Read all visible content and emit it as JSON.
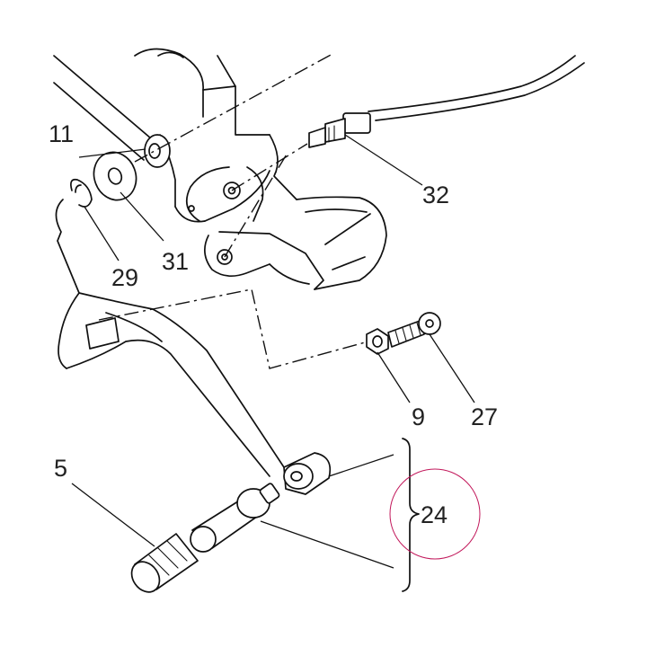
{
  "parts": [
    {
      "id": "p5",
      "label": "5"
    },
    {
      "id": "p9",
      "label": "9"
    },
    {
      "id": "p11",
      "label": "11"
    },
    {
      "id": "p24",
      "label": "24"
    },
    {
      "id": "p27",
      "label": "27"
    },
    {
      "id": "p29",
      "label": "29"
    },
    {
      "id": "p31",
      "label": "31"
    },
    {
      "id": "p32",
      "label": "32"
    }
  ],
  "highlight": {
    "target": "24",
    "color": "#c2185b"
  },
  "colors": {
    "line": "#111111",
    "background": "#ffffff"
  }
}
